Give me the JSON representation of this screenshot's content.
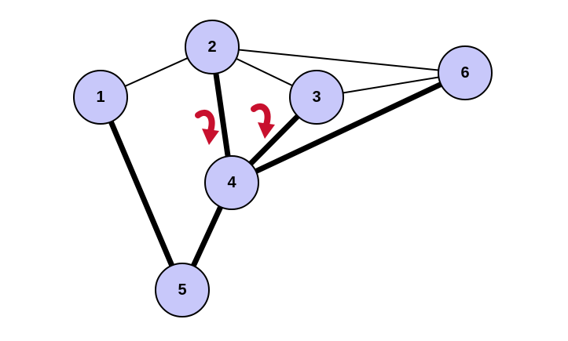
{
  "graph": {
    "nodes": [
      {
        "id": "1",
        "label": "1"
      },
      {
        "id": "2",
        "label": "2"
      },
      {
        "id": "3",
        "label": "3"
      },
      {
        "id": "4",
        "label": "4"
      },
      {
        "id": "5",
        "label": "5"
      },
      {
        "id": "6",
        "label": "6"
      }
    ],
    "edges": [
      {
        "from": "1",
        "to": "2",
        "weight": "thin"
      },
      {
        "from": "2",
        "to": "3",
        "weight": "thin"
      },
      {
        "from": "2",
        "to": "6",
        "weight": "thin"
      },
      {
        "from": "3",
        "to": "6",
        "weight": "thin"
      },
      {
        "from": "1",
        "to": "5",
        "weight": "thick"
      },
      {
        "from": "2",
        "to": "4",
        "weight": "thick"
      },
      {
        "from": "3",
        "to": "4",
        "weight": "thick"
      },
      {
        "from": "4",
        "to": "6",
        "weight": "thick"
      },
      {
        "from": "4",
        "to": "5",
        "weight": "thick"
      }
    ],
    "markers": [
      {
        "icon": "curved-arrow-icon",
        "near_edge": "2-4"
      },
      {
        "icon": "curved-arrow-icon",
        "near_edge": "3-4"
      }
    ],
    "colors": {
      "node_fill": "#c8c8fa",
      "node_stroke": "#000000",
      "edge": "#000000",
      "arrow": "#c8102e"
    }
  }
}
